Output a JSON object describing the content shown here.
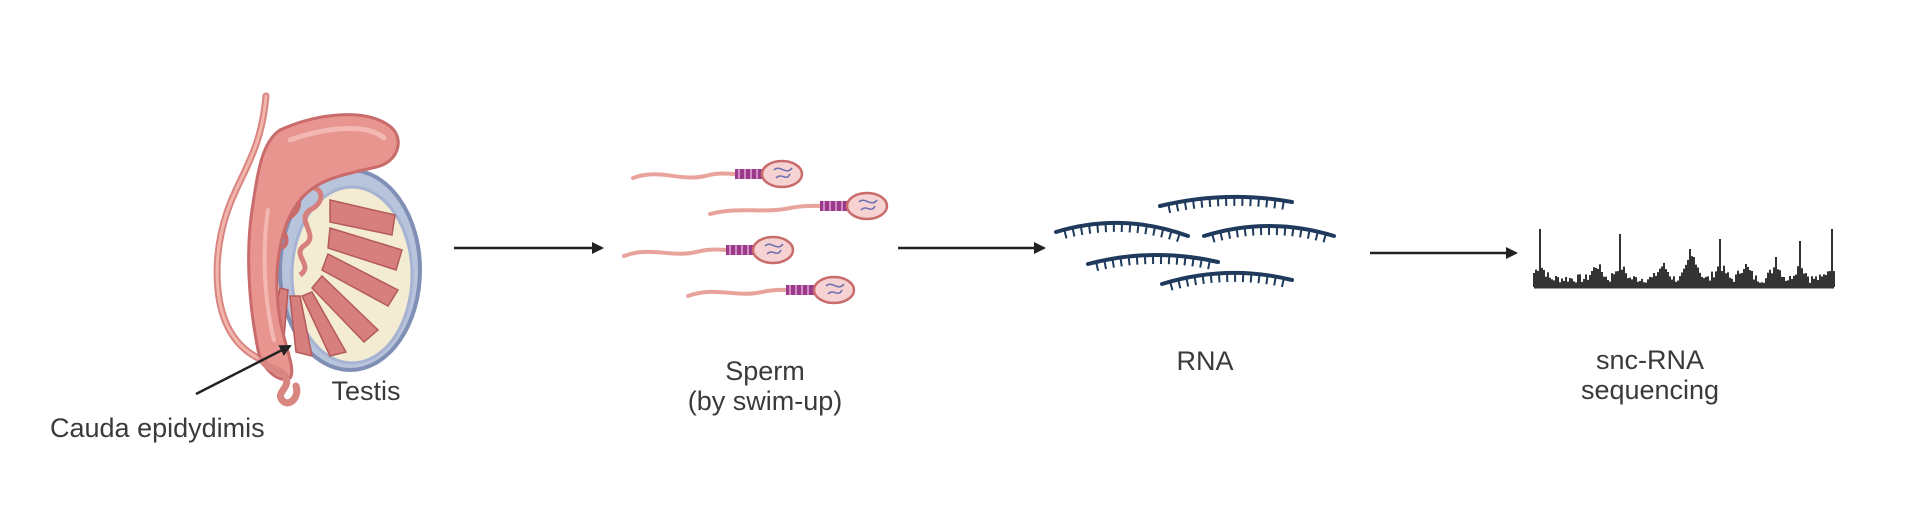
{
  "colors": {
    "tissue_pink": "#e8948f",
    "tissue_dark": "#c96b6b",
    "capsule_blue": "#8f9fc4",
    "sperm_purple": "#9b3a8a",
    "rna_navy": "#1f3a5c",
    "arrow": "#222222",
    "seq_bars": "#333333",
    "text": "#3a3a3a"
  },
  "labels": {
    "testis": "Testis",
    "cauda": "Cauda epidydimis",
    "sperm_line1": "Sperm",
    "sperm_line2": "(by swim-up)",
    "rna": "RNA",
    "seq_line1": "snc-RNA",
    "seq_line2": "sequencing"
  },
  "icons": [
    "testis-epididymis-illustration",
    "sperm-cells-illustration",
    "rna-strands-illustration",
    "sequencing-peaks-illustration"
  ]
}
